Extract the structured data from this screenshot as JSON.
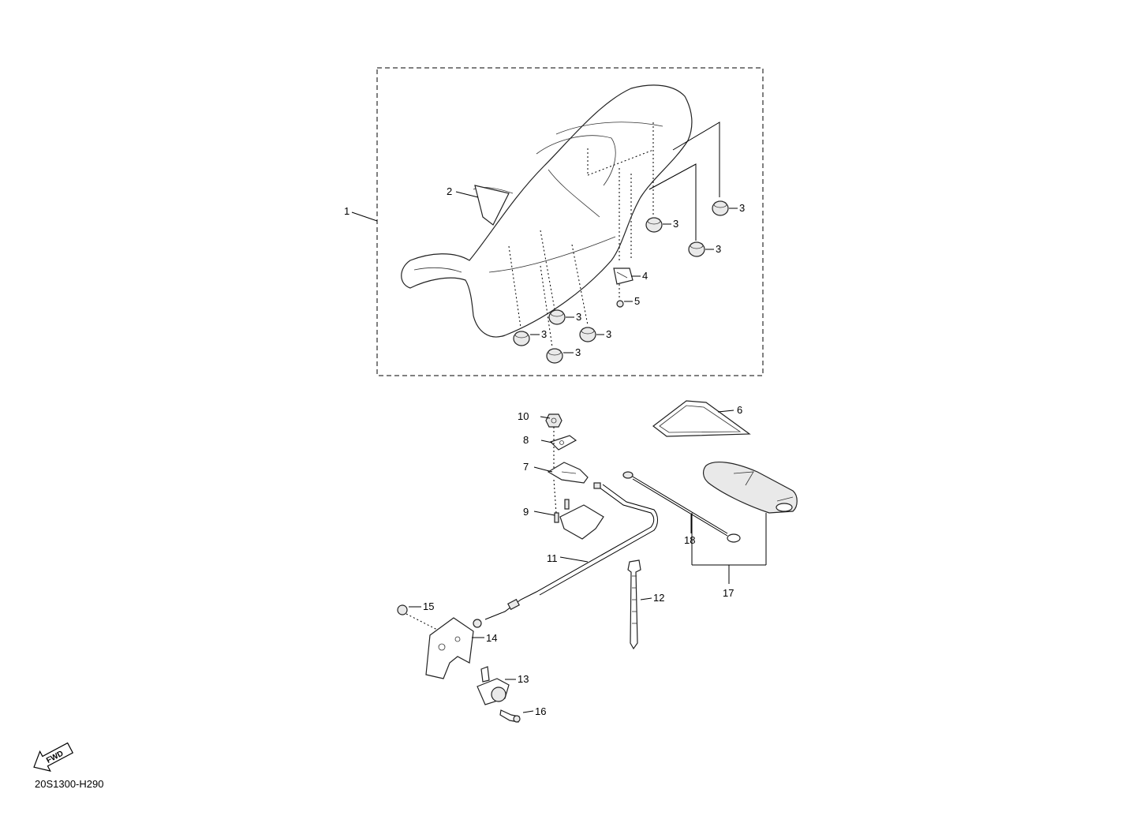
{
  "diagram": {
    "drawing_code": "20S1300-H290",
    "fwd_arrow_text": "FWD",
    "callouts": {
      "c1": "1",
      "c2": "2",
      "c3a": "3",
      "c3b": "3",
      "c3c": "3",
      "c3d": "3",
      "c3e": "3",
      "c3f": "3",
      "c3g": "3",
      "c4": "4",
      "c5": "5",
      "c6": "6",
      "c7": "7",
      "c8": "8",
      "c9": "9",
      "c10": "10",
      "c11": "11",
      "c12": "12",
      "c13": "13",
      "c14": "14",
      "c15": "15",
      "c16": "16",
      "c17": "17",
      "c18": "18"
    }
  }
}
